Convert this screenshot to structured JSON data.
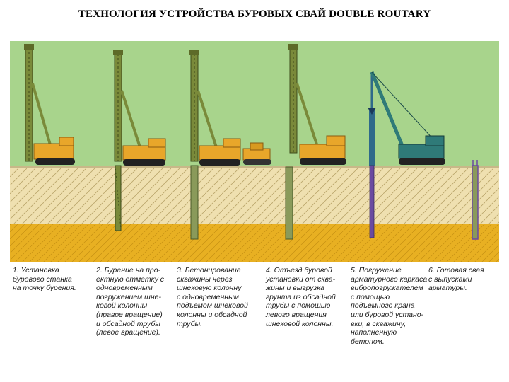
{
  "title": "ТЕХНОЛОГИЯ УСТРОЙСТВА БУРОВЫХ СВАЙ DOUBLE ROUTARY",
  "colors": {
    "sky": "#a8d48c",
    "soil_upper": "#efe0b0",
    "soil_lower": "#e8b022",
    "machine_yellow": "#e8a62a",
    "mast_green": "#7a8a3a",
    "track": "#222222",
    "pile_concrete": "#8a9a5a",
    "crane": "#2f7a78",
    "rebar": "#6a4aa0"
  },
  "steps": [
    {
      "lines": [
        "1. Установка",
        "бурового станка",
        "на точку бурения."
      ]
    },
    {
      "lines": [
        "2. Бурение на про-",
        "ектную отметку с",
        "одновременным",
        "погружением шне-",
        "ковой колонны",
        "(правое вращение)",
        "и обсадной трубы",
        "(левое вращение)."
      ]
    },
    {
      "lines": [
        "3. Бетонирование",
        "скважины через",
        "шнековую колонну",
        "с одновременным",
        "подъемом шнековой",
        "колонны и обсадной",
        "трубы."
      ]
    },
    {
      "lines": [
        "4. Отъезд буровой",
        "установки от сква-",
        "жины и выгрузка",
        "грунта из обсадной",
        "трубы с помощью",
        "левого вращения",
        "шнековой колонны."
      ]
    },
    {
      "lines": [
        "5. Погружение",
        "арматурного каркаса",
        "вибропогружателем",
        "с помощью",
        "подъемного крана",
        "или буровой устано-",
        "вки, в скважину,",
        "наполненную",
        "бетоном."
      ]
    },
    {
      "lines": [
        "6. Готовая свая",
        "с выпусками",
        "арматуры."
      ]
    }
  ]
}
